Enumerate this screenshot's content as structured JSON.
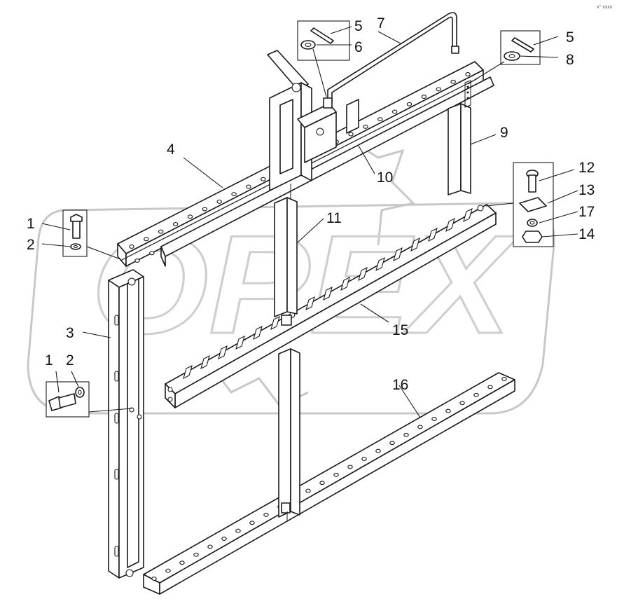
{
  "watermark": {
    "text": "OPEX"
  },
  "corner_mark": "x° xxxx",
  "callouts": [
    {
      "id": "c1a",
      "label": "1"
    },
    {
      "id": "c2a",
      "label": "2"
    },
    {
      "id": "c1b",
      "label": "1"
    },
    {
      "id": "c2b",
      "label": "2"
    },
    {
      "id": "c3",
      "label": "3"
    },
    {
      "id": "c4",
      "label": "4"
    },
    {
      "id": "c5a",
      "label": "5"
    },
    {
      "id": "c6",
      "label": "6"
    },
    {
      "id": "c7",
      "label": "7"
    },
    {
      "id": "c5b",
      "label": "5"
    },
    {
      "id": "c8",
      "label": "8"
    },
    {
      "id": "c9",
      "label": "9"
    },
    {
      "id": "c10",
      "label": "10"
    },
    {
      "id": "c11",
      "label": "11"
    },
    {
      "id": "c12",
      "label": "12"
    },
    {
      "id": "c13",
      "label": "13"
    },
    {
      "id": "c17",
      "label": "17"
    },
    {
      "id": "c14",
      "label": "14"
    },
    {
      "id": "c15",
      "label": "15"
    },
    {
      "id": "c16",
      "label": "16"
    }
  ]
}
